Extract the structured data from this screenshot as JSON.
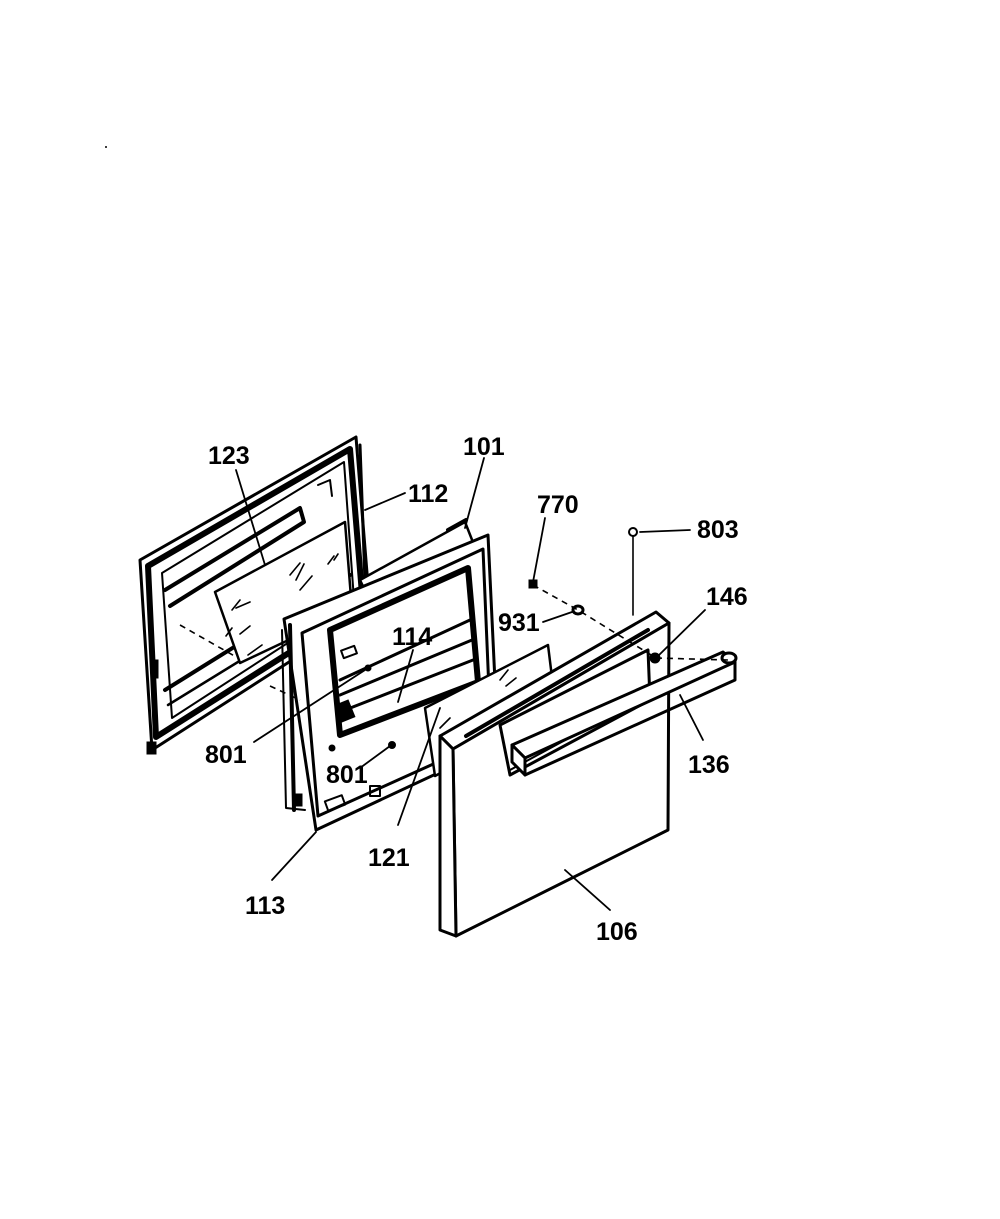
{
  "diagram": {
    "labels": [
      {
        "id": "123",
        "text": "123"
      },
      {
        "id": "101",
        "text": "101"
      },
      {
        "id": "112",
        "text": "112"
      },
      {
        "id": "770",
        "text": "770"
      },
      {
        "id": "803",
        "text": "803"
      },
      {
        "id": "146",
        "text": "146"
      },
      {
        "id": "931",
        "text": "931"
      },
      {
        "id": "114",
        "text": "114"
      },
      {
        "id": "801a",
        "text": "801"
      },
      {
        "id": "801b",
        "text": "801"
      },
      {
        "id": "136",
        "text": "136"
      },
      {
        "id": "121",
        "text": "121"
      },
      {
        "id": "113",
        "text": "113"
      },
      {
        "id": "106",
        "text": "106"
      }
    ]
  }
}
